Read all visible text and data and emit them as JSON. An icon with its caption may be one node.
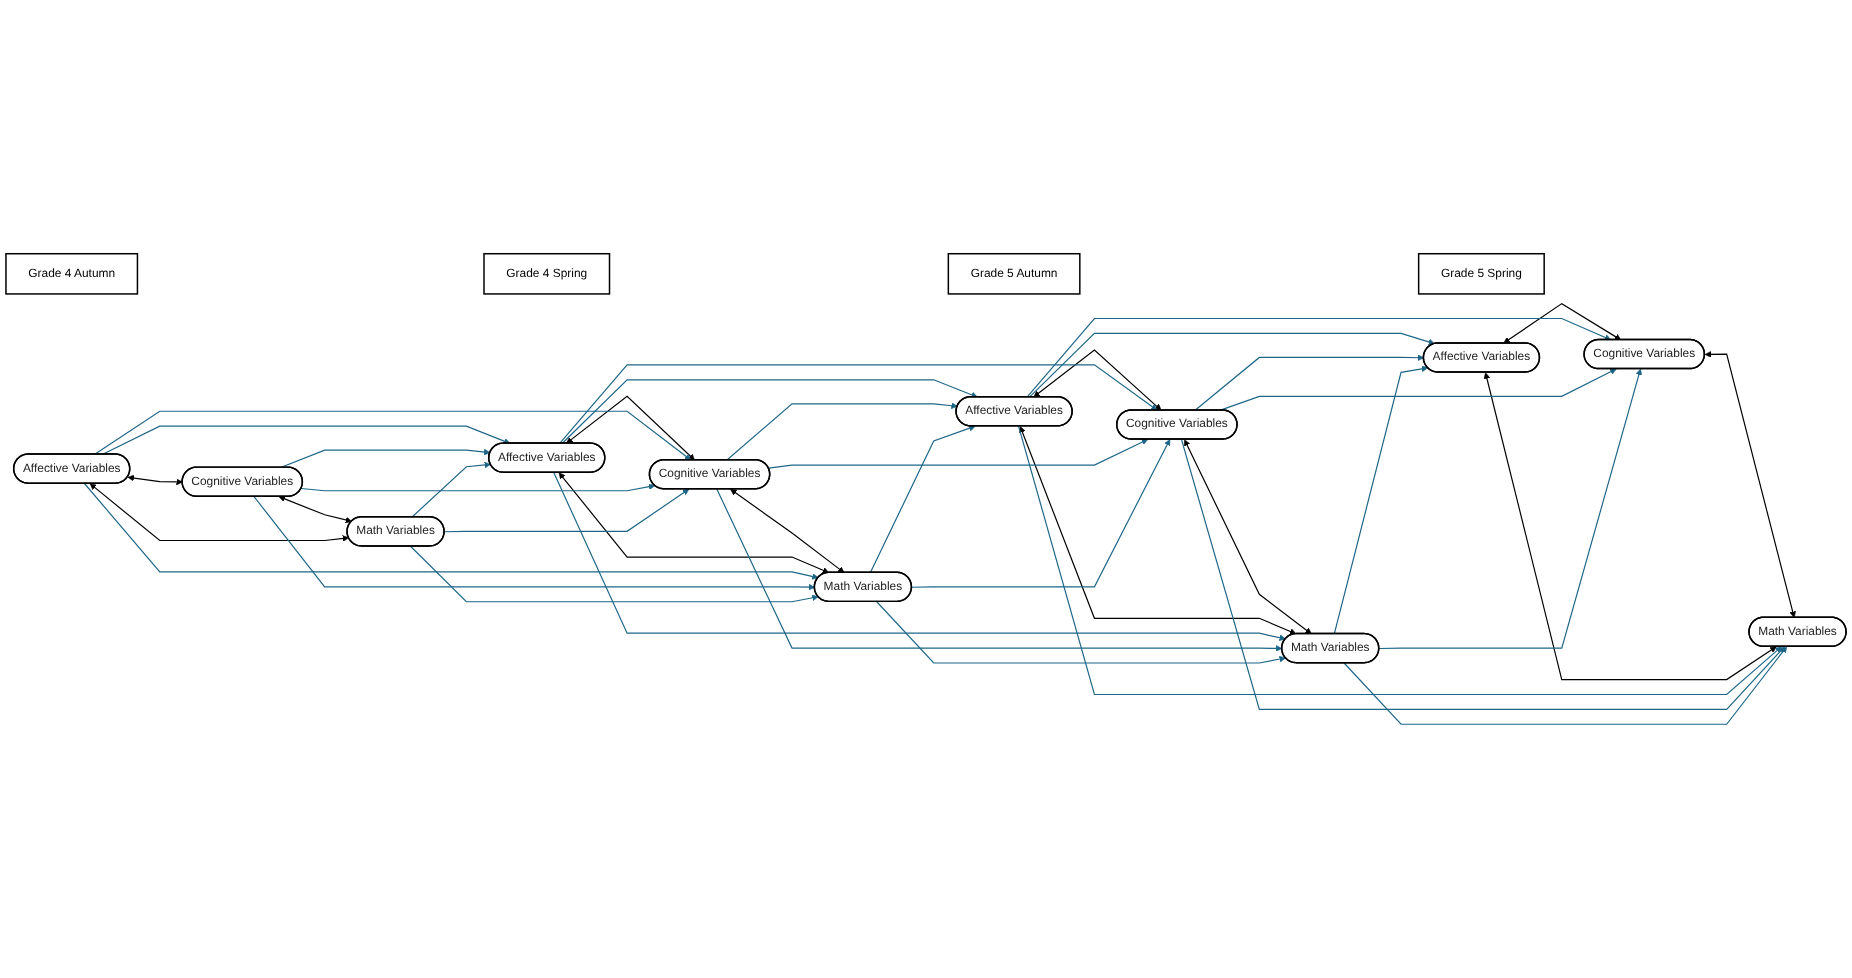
{
  "diagram": {
    "nodes": [
      {
        "text": [
          "Grade 4 Autumn"
        ]
      },
      {
        "text": [
          "Grade 4 Spring"
        ]
      },
      {
        "text": [
          "Grade 5 Autumn"
        ]
      },
      {
        "text": [
          "Grade 5 Spring"
        ]
      },
      {
        "text": [
          "Affective Variables"
        ]
      },
      {
        "text": [
          "Affective Variables"
        ]
      },
      {
        "text": [
          "Affective Variables"
        ]
      },
      {
        "text": [
          "Affective Variables"
        ]
      },
      {
        "text": [
          "Cognitive Variables"
        ]
      },
      {
        "text": [
          "Cognitive Variables"
        ]
      },
      {
        "text": [
          "Cognitive Variables"
        ]
      },
      {
        "text": [
          "Cognitive Variables"
        ]
      },
      {
        "text": [
          "Math Variables"
        ]
      },
      {
        "text": [
          "Math Variables"
        ]
      },
      {
        "text": [
          "Math Variables"
        ]
      },
      {
        "text": [
          "Math Variables"
        ]
      }
    ],
    "edges": [
      {
        "from": 4,
        "to": 8,
        "arrow": "both",
        "color": "#000000"
      },
      {
        "from": 8,
        "to": 12,
        "arrow": "both",
        "color": "#000000"
      },
      {
        "from": 4,
        "to": 12,
        "arrow": "both",
        "color": "#000000"
      },
      {
        "from": 5,
        "to": 9,
        "arrow": "both",
        "color": "#000000"
      },
      {
        "from": 9,
        "to": 13,
        "arrow": "both",
        "color": "#000000"
      },
      {
        "from": 5,
        "to": 13,
        "arrow": "both",
        "color": "#000000"
      },
      {
        "from": 6,
        "to": 10,
        "arrow": "both",
        "color": "#000000"
      },
      {
        "from": 10,
        "to": 14,
        "arrow": "both",
        "color": "#000000"
      },
      {
        "from": 6,
        "to": 14,
        "arrow": "both",
        "color": "#000000"
      },
      {
        "from": 7,
        "to": 11,
        "arrow": "both",
        "color": "#000000"
      },
      {
        "from": 11,
        "to": 15,
        "arrow": "both",
        "color": "#000000"
      },
      {
        "from": 7,
        "to": 15,
        "arrow": "both",
        "color": "#000000"
      },
      {
        "from": 4,
        "to": 5,
        "arrow": "to"
      },
      {
        "from": 4,
        "to": 9,
        "arrow": "to"
      },
      {
        "from": 4,
        "to": 13,
        "arrow": "to"
      },
      {
        "from": 8,
        "to": 5,
        "arrow": "to"
      },
      {
        "from": 8,
        "to": 9,
        "arrow": "to"
      },
      {
        "from": 8,
        "to": 13,
        "arrow": "to"
      },
      {
        "from": 12,
        "to": 5,
        "arrow": "to"
      },
      {
        "from": 12,
        "to": 9,
        "arrow": "to"
      },
      {
        "from": 12,
        "to": 13,
        "arrow": "to"
      },
      {
        "from": 5,
        "to": 6,
        "arrow": "to"
      },
      {
        "from": 5,
        "to": 10,
        "arrow": "to"
      },
      {
        "from": 5,
        "to": 14,
        "arrow": "to"
      },
      {
        "from": 9,
        "to": 6,
        "arrow": "to"
      },
      {
        "from": 9,
        "to": 10,
        "arrow": "to"
      },
      {
        "from": 9,
        "to": 14,
        "arrow": "to"
      },
      {
        "from": 13,
        "to": 6,
        "arrow": "to"
      },
      {
        "from": 13,
        "to": 10,
        "arrow": "to"
      },
      {
        "from": 13,
        "to": 14,
        "arrow": "to"
      },
      {
        "from": 6,
        "to": 7,
        "arrow": "to"
      },
      {
        "from": 6,
        "to": 11,
        "arrow": "to"
      },
      {
        "from": 6,
        "to": 15,
        "arrow": "to"
      },
      {
        "from": 10,
        "to": 7,
        "arrow": "to"
      },
      {
        "from": 10,
        "to": 11,
        "arrow": "to"
      },
      {
        "from": 10,
        "to": 15,
        "arrow": "to"
      },
      {
        "from": 14,
        "to": 7,
        "arrow": "to"
      },
      {
        "from": 14,
        "to": 11,
        "arrow": "to"
      },
      {
        "from": 14,
        "to": 15,
        "arrow": "to"
      }
    ]
  }
}
